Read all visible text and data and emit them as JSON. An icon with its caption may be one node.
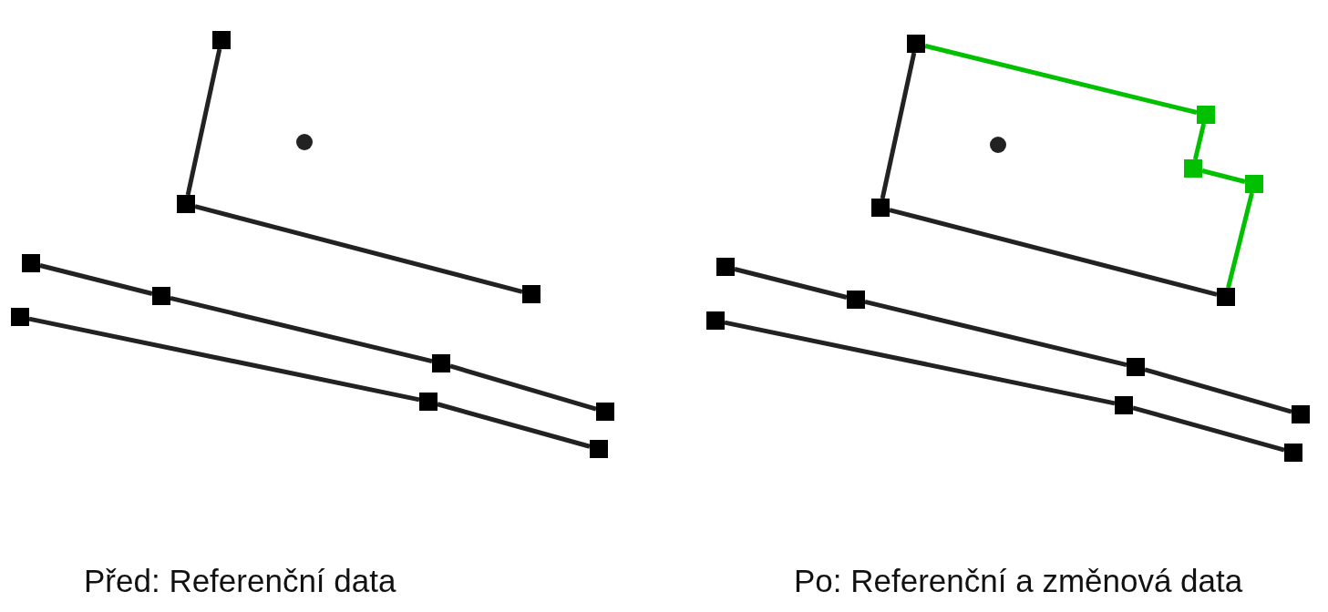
{
  "diagram": {
    "nodes": [
      {
        "text": [],
        "shape": "box"
      },
      {
        "text": [],
        "shape": "box"
      },
      {
        "text": [],
        "shape": "box"
      },
      {
        "text": [],
        "shape": "box"
      },
      {
        "text": [],
        "shape": "box"
      },
      {
        "text": [],
        "shape": "box"
      },
      {
        "text": [],
        "shape": "box"
      },
      {
        "text": [],
        "shape": "box"
      },
      {
        "text": [],
        "shape": "box"
      },
      {
        "text": [],
        "shape": "box"
      },
      {
        "text": [],
        "shape": "box"
      },
      {
        "text": [],
        "shape": "box"
      },
      {
        "text": [],
        "shape": "box"
      },
      {
        "text": [],
        "shape": "box"
      },
      {
        "text": [],
        "shape": "box"
      },
      {
        "text": [],
        "shape": "box"
      },
      {
        "text": [],
        "shape": "box"
      },
      {
        "text": [],
        "shape": "box"
      },
      {
        "text": [],
        "shape": "box"
      },
      {
        "text": [],
        "shape": "box"
      },
      {
        "text": [],
        "shape": "box"
      },
      {
        "text": [],
        "shape": "box"
      },
      {
        "text": [],
        "shape": "box"
      }
    ],
    "edges": [
      {
        "from": 0,
        "to": 1,
        "arrow": "none"
      },
      {
        "from": 1,
        "to": 3,
        "arrow": "none"
      },
      {
        "from": 2,
        "to": 4,
        "arrow": "none"
      },
      {
        "from": 4,
        "to": 6,
        "arrow": "none"
      },
      {
        "from": 6,
        "to": 8,
        "arrow": "none"
      },
      {
        "from": 5,
        "to": 7,
        "arrow": "none"
      },
      {
        "from": 7,
        "to": 9,
        "arrow": "none"
      },
      {
        "from": 10,
        "to": 14,
        "arrow": "none"
      },
      {
        "from": 14,
        "to": 16,
        "arrow": "none"
      },
      {
        "from": 15,
        "to": 17,
        "arrow": "none"
      },
      {
        "from": 17,
        "to": 19,
        "arrow": "none"
      },
      {
        "from": 19,
        "to": 21,
        "arrow": "none"
      },
      {
        "from": 18,
        "to": 20,
        "arrow": "none"
      },
      {
        "from": 20,
        "to": 22,
        "arrow": "none"
      },
      {
        "from": 10,
        "to": 11,
        "arrow": "none",
        "color": "#00c000"
      },
      {
        "from": 11,
        "to": 12,
        "arrow": "none",
        "color": "#00c000"
      },
      {
        "from": 12,
        "to": 13,
        "arrow": "none",
        "color": "#00c000"
      },
      {
        "from": 13,
        "to": 16,
        "arrow": "none",
        "color": "#00c000"
      }
    ],
    "labels": [
      "Před: Referenční data",
      "Po: Referenční a změnová data"
    ]
  }
}
